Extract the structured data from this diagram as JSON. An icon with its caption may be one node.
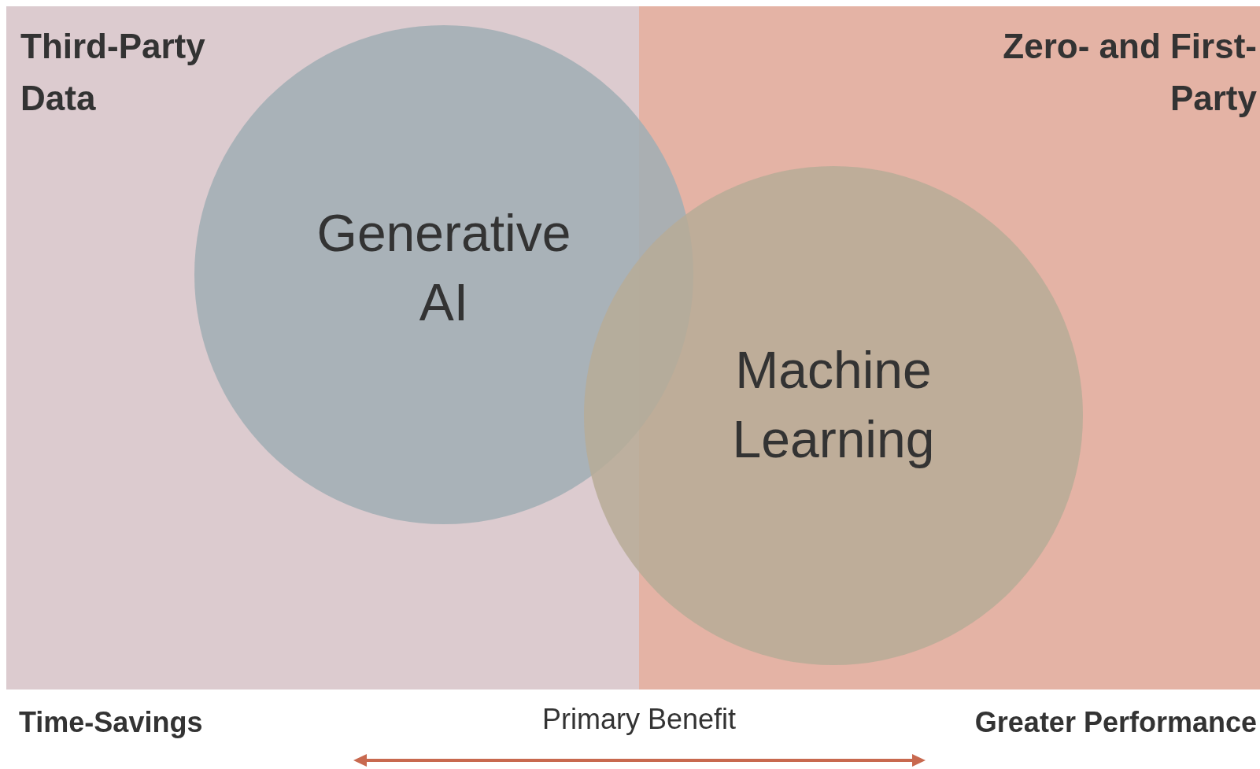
{
  "diagram": {
    "nodes": [
      {
        "text": [
          "Third-Party Data"
        ]
      },
      {
        "text": [
          "Zero- and First-Party"
        ]
      },
      {
        "text": [
          "Generative AI"
        ]
      },
      {
        "text": [
          "Machine Learning"
        ]
      }
    ],
    "labels": [
      "Time-Savings",
      "Primary Benefit",
      "Greater Performance"
    ]
  }
}
